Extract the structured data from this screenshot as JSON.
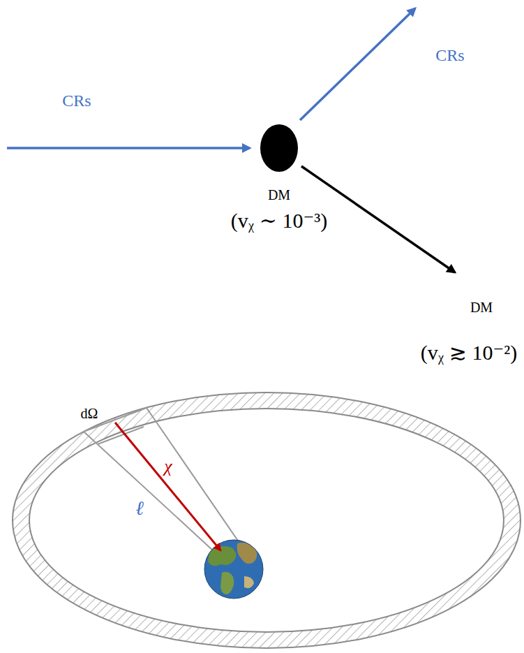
{
  "diagram": {
    "nodes": [
      {
        "text": [
          "DM",
          "(vᵪ ∼ 10⁻³)"
        ]
      }
    ],
    "labels": [
      "CRs",
      "CRs",
      "DM",
      "(vᵪ ≳ 10⁻²)",
      "dΩ",
      "χ",
      "ℓ"
    ]
  }
}
